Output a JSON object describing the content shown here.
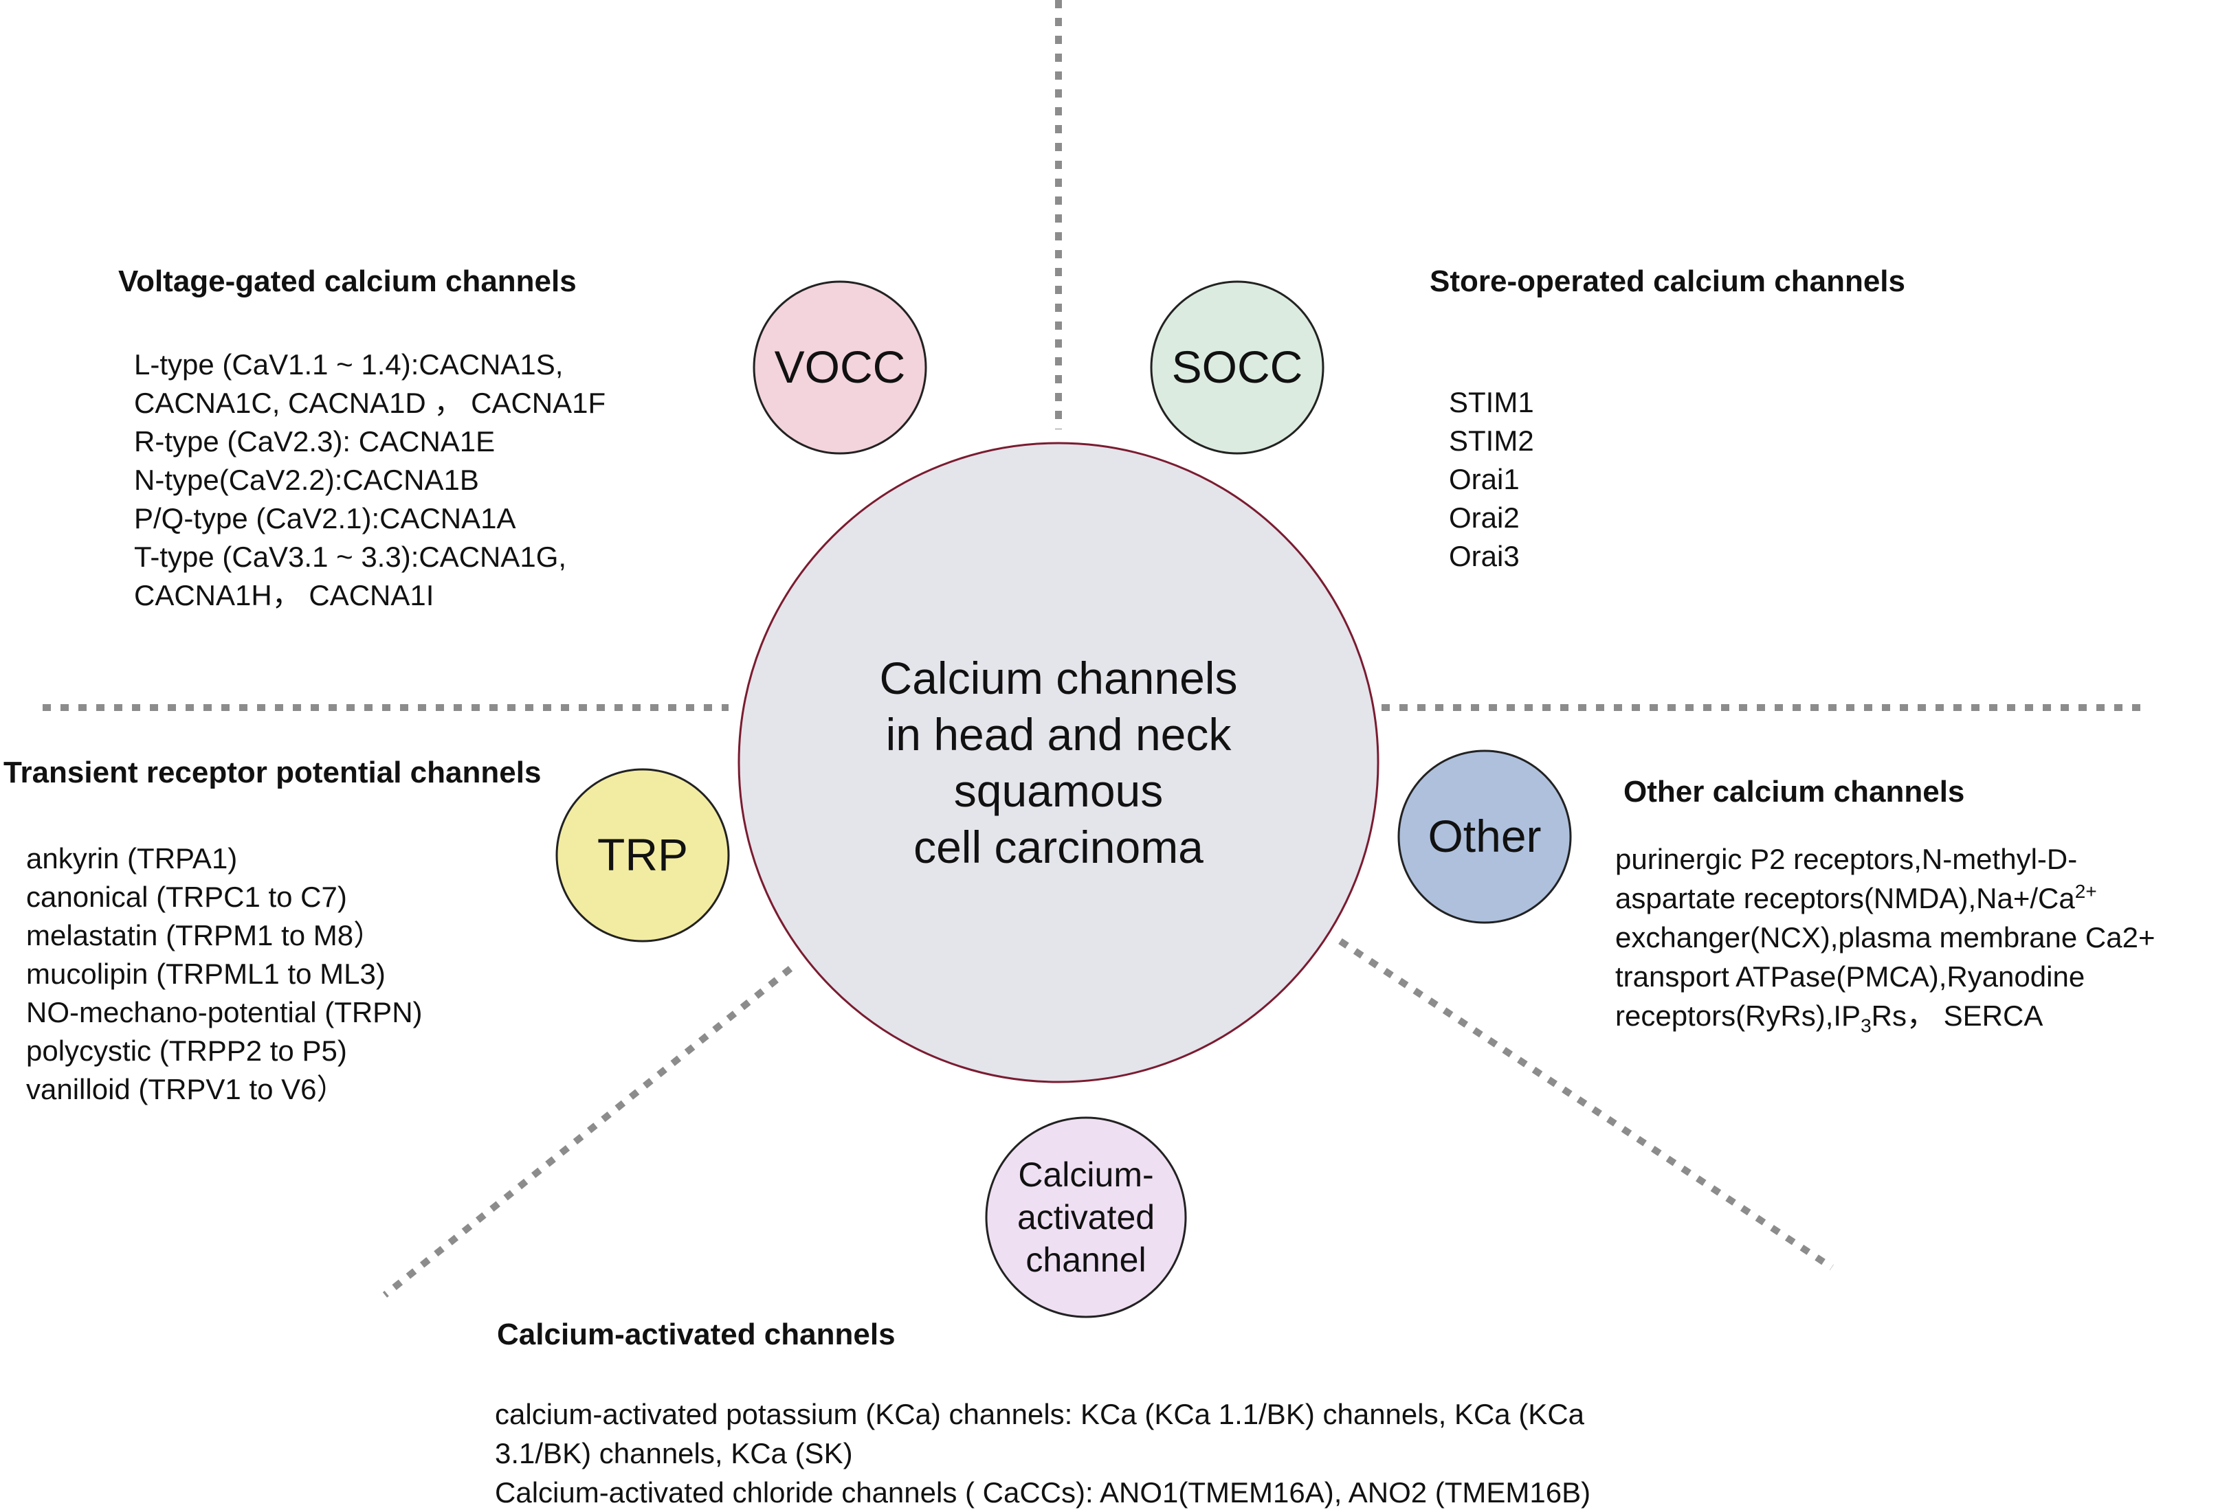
{
  "colors": {
    "center_fill": "#e4e4eb",
    "center_stroke": "#7a1c30",
    "vocc_fill": "#f3d3dc",
    "socc_fill": "#dcebdf",
    "trp_fill": "#f2eca3",
    "other_fill": "#aec0dc",
    "cac_fill": "#efdff2",
    "small_circle_stroke": "#222222",
    "divider": "#8c8c8c"
  },
  "center": {
    "lines": [
      "Calcium channels",
      "in head and neck",
      "squamous",
      "cell carcinoma"
    ]
  },
  "circles": {
    "vocc": "VOCC",
    "socc": "SOCC",
    "trp": "TRP",
    "other": "Other",
    "calcium_activated": [
      "Calcium-",
      "activated",
      "channel"
    ]
  },
  "sections": {
    "vgcc": {
      "title": "Voltage-gated calcium channels",
      "items": [
        "L-type (CaV1.1 ~ 1.4):CACNA1S,",
        "CACNA1C, CACNA1D ， CACNA1F",
        "R-type (CaV2.3): CACNA1E",
        "N-type(CaV2.2):CACNA1B",
        "P/Q-type (CaV2.1):CACNA1A",
        "T-type (CaV3.1 ~ 3.3):CACNA1G,",
        "CACNA1H，  CACNA1I"
      ]
    },
    "socc": {
      "title": "Store-operated calcium channels",
      "items": [
        "STIM1",
        "STIM2",
        "Orai1",
        "Orai2",
        "Orai3"
      ]
    },
    "trp": {
      "title": "Transient receptor potential channels",
      "items": [
        "ankyrin (TRPA1)",
        "canonical (TRPC1 to C7)",
        "melastatin (TRPM1 to M8）",
        "mucolipin (TRPML1 to ML3)",
        "NO-mechano-potential (TRPN)",
        "polycystic (TRPP2 to P5)",
        "vanilloid (TRPV1 to V6）"
      ]
    },
    "other": {
      "title": "Other calcium channels",
      "line1": "purinergic P2 receptors,N-methyl-D-",
      "line2_pre": "aspartate receptors(NMDA),Na+/Ca",
      "line2_sup": "2+",
      "line3": "exchanger(NCX),plasma membrane Ca2+",
      "line4": "transport ATPase(PMCA),Ryanodine",
      "line5_pre": "receptors(RyRs),IP",
      "line5_sub": "3",
      "line5_post": "Rs，  SERCA"
    },
    "cac": {
      "title": "Calcium-activated channels",
      "lines": [
        "calcium-activated potassium (KCa) channels: KCa (KCa 1.1/BK) channels, KCa (KCa",
        "3.1/BK) channels, KCa (SK)",
        "Calcium-activated chloride channels ( CaCCs): ANO1(TMEM16A), ANO2 (TMEM16B)"
      ]
    }
  }
}
